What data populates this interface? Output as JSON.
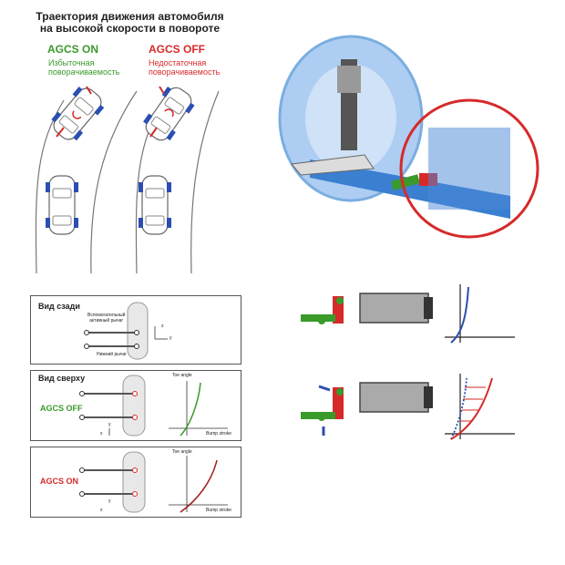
{
  "title_line1": "Траектория движения автомобиля",
  "title_line2": "на высокой скорости в повороте",
  "agcs_on_label": "AGCS ON",
  "agcs_off_label": "AGCS OFF",
  "oversteer_line1": "Избыточная",
  "oversteer_line2": "поворачиваемость",
  "understeer_line1": "Недостаточная",
  "understeer_line2": "поворачиваемость",
  "rear_view": {
    "title": "Вид сзади",
    "upper_arm_line1": "Вспомогательный",
    "upper_arm_line2": "активный рычаг",
    "lower_arm": "Нижний рычаг",
    "axis_z": "z",
    "axis_y": "y"
  },
  "top_view": {
    "title": "Вид сверху",
    "agcs_off": "AGCS OFF",
    "agcs_on": "AGCS ON",
    "axis_y": "y",
    "axis_x": "x",
    "toe_angle": "Toe angle",
    "bump_stroke": "Bump stroke"
  },
  "colors": {
    "green": "#3a9a2a",
    "red": "#d62a2a",
    "blue": "#2b4fb0",
    "light_blue": "#aecdf2",
    "gray": "#666666"
  }
}
